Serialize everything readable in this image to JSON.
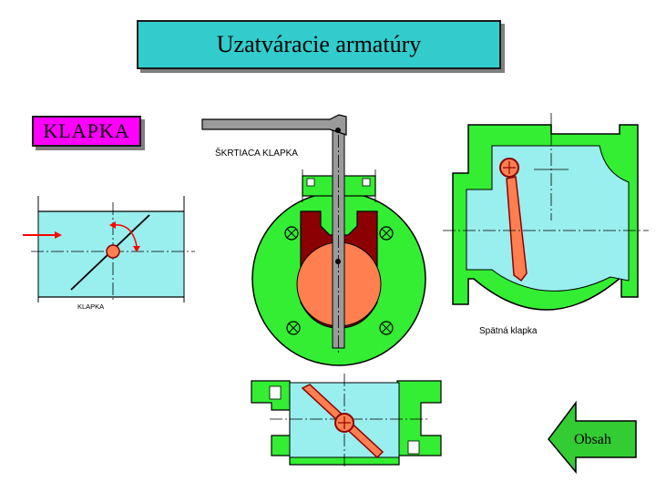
{
  "header": {
    "title": "Uzatváracie armatúry"
  },
  "section": {
    "label": "KLAPKA"
  },
  "diagrams": {
    "small_caption": "KLAPKA",
    "throttle_caption": "ŠKRTIACA KLAPKA",
    "check_caption": "Spätná klapka"
  },
  "nav": {
    "back_label": "Obsah"
  },
  "colors": {
    "title_bg": "#33cccc",
    "section_bg": "#ff00ff",
    "flange_green": "#33ee33",
    "body_cyan": "#99eeee",
    "disc_orange": "#ff7f50",
    "seat_maroon": "#8b0000",
    "stem_gray": "#9a9a9a",
    "arrow_green": "#33cc33"
  },
  "icons": {
    "back_arrow": "left-arrow-icon"
  }
}
